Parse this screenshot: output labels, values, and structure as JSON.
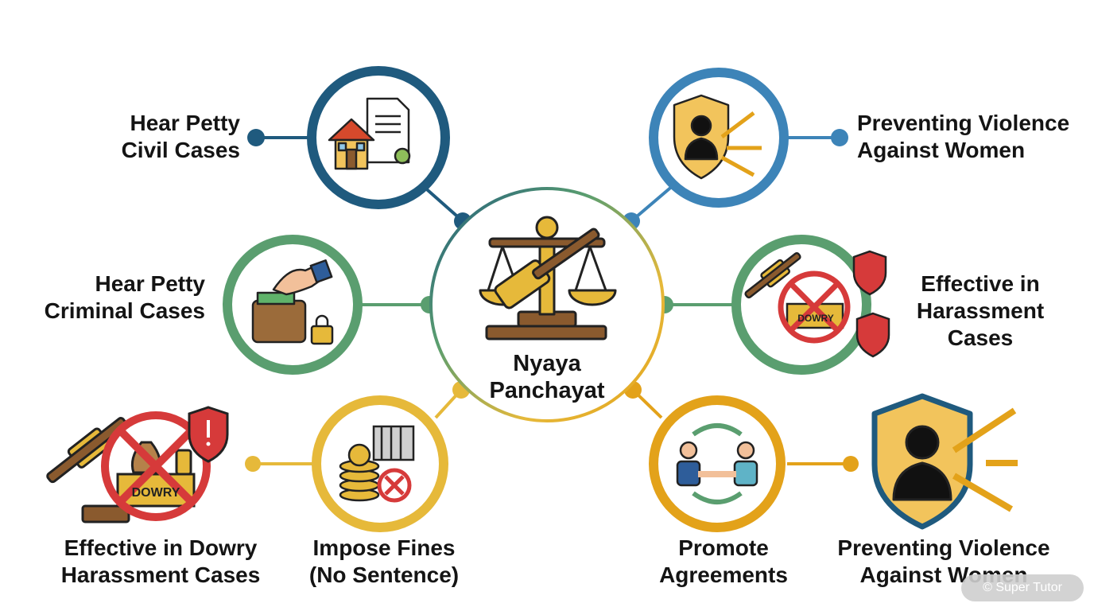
{
  "center": {
    "line1": "Nyaya",
    "line2": "Panchayat"
  },
  "nodes": [
    {
      "id": "civil",
      "line1": "Hear Petty",
      "line2": "Civil Cases"
    },
    {
      "id": "criminal",
      "line1": "Hear Petty",
      "line2": "Criminal Cases"
    },
    {
      "id": "fines",
      "line1": "Impose Fines",
      "line2": "(No Sentence)"
    },
    {
      "id": "dowry",
      "line1": "Effective in Dowry",
      "line2": "Harassment Cases"
    },
    {
      "id": "violence_top",
      "line1": "Preventing Violence",
      "line2": "Against Women"
    },
    {
      "id": "harassment",
      "line1": "Effective in",
      "line2": "Harassment",
      "line3": "Cases"
    },
    {
      "id": "agreements",
      "line1": "Promote",
      "line2": "Agreements"
    },
    {
      "id": "violence_bottom",
      "line1": "Preventing Violence",
      "line2": "Against Women"
    }
  ],
  "dowry_box_text": "DOWRY",
  "watermark": "© Super Tutor",
  "colors": {
    "navy": "#1f5a7e",
    "blue": "#3d84b8",
    "green": "#5a9e6f",
    "yellow": "#e6b93a",
    "amber": "#e3a21a",
    "red": "#d63a3a"
  }
}
